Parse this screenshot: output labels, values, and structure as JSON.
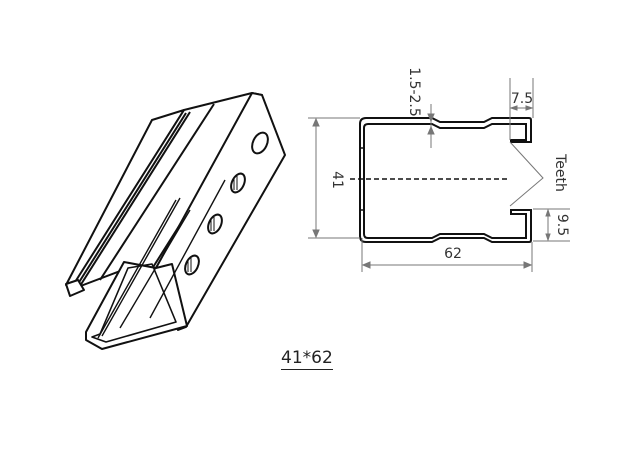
{
  "drawing": {
    "caption": "41*62",
    "dimensions": {
      "height": "41",
      "width": "62",
      "thickness": "1.5-2.5",
      "lip_width": "7.5",
      "lip_height": "9.5"
    },
    "labels": {
      "teeth": "Teeth"
    },
    "colors": {
      "line": "#111111",
      "dimension_line": "#777777",
      "background": "#ffffff"
    }
  }
}
